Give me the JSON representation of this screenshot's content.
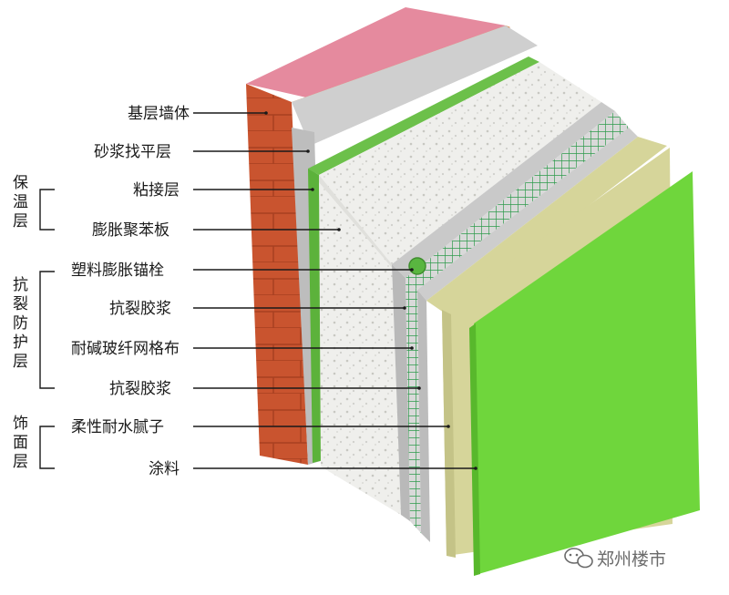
{
  "layers": [
    {
      "id": "base-wall",
      "label": "基层墙体"
    },
    {
      "id": "leveling-mortar",
      "label": "砂浆找平层"
    },
    {
      "id": "adhesive",
      "label": "粘接层"
    },
    {
      "id": "eps-board",
      "label": "膨胀聚苯板"
    },
    {
      "id": "anchor",
      "label": "塑料膨胀锚栓"
    },
    {
      "id": "crack-mortar-1",
      "label": "抗裂胶浆"
    },
    {
      "id": "mesh",
      "label": "耐碱玻纤网格布"
    },
    {
      "id": "crack-mortar-2",
      "label": "抗裂胶浆"
    },
    {
      "id": "putty",
      "label": "柔性耐水腻子"
    },
    {
      "id": "coating",
      "label": "涂料"
    }
  ],
  "groups": [
    {
      "id": "insulation",
      "label": "保温层"
    },
    {
      "id": "crack-protection",
      "label": "抗裂防护层"
    },
    {
      "id": "finish",
      "label": "饰面层"
    }
  ],
  "watermark": {
    "text": "郑州楼市"
  },
  "colors": {
    "brick_front": "#c9542f",
    "brick_top": "#e58a9e",
    "brick_orange": "#e8832a",
    "mortar": "#bdbdbd",
    "adhesive": "#6cc04a",
    "eps": "#f2f2f0",
    "mesh": "#2e9a4c",
    "putty": "#d6d59a",
    "coating": "#6fd63c"
  }
}
